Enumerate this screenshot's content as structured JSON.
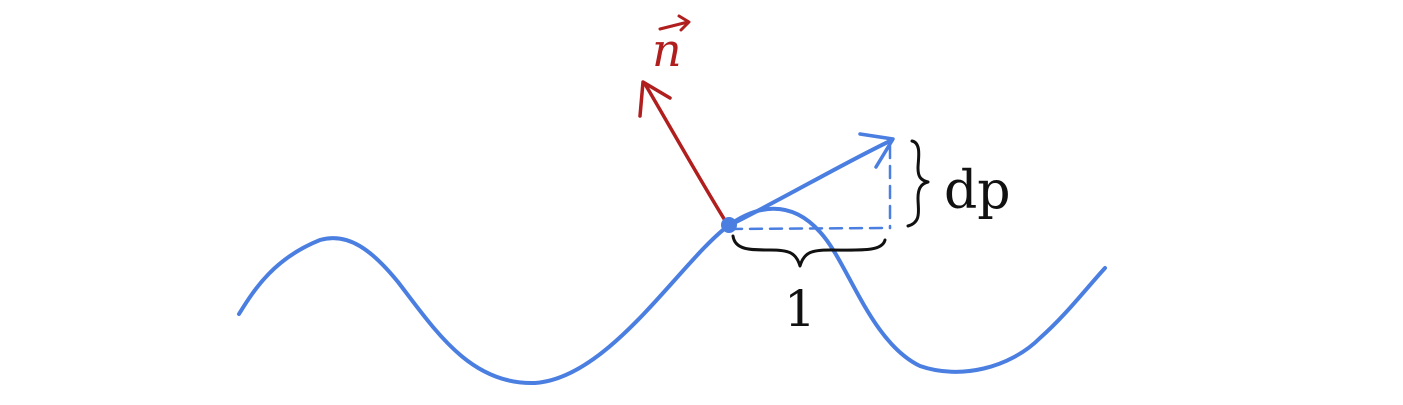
{
  "labels": {
    "normal": "n",
    "slope": "dp",
    "run": "1"
  },
  "colors": {
    "curve": "#4a7ee0",
    "normal": "#b01e1e",
    "ink": "#111111",
    "background": "#ffffff"
  }
}
